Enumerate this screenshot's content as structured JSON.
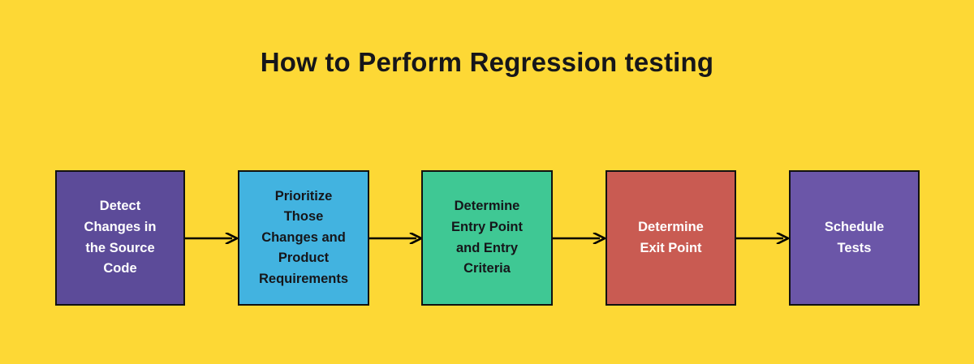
{
  "theme": {
    "background_color": "#FDD835",
    "title_color": "#16161a",
    "border_color": "#111111",
    "arrow_color": "#000000"
  },
  "diagram": {
    "title": "How to Perform Regression testing",
    "type": "horizontal-flowchart",
    "steps": [
      {
        "index": 1,
        "label": "Detect\nChanges in\nthe Source\nCode",
        "fill_color": "#5C4B99",
        "text_color": "#FFFFFF"
      },
      {
        "index": 2,
        "label": "Prioritize\nThose\nChanges and\nProduct\nRequirements",
        "fill_color": "#42B3E0",
        "text_color": "#16161a"
      },
      {
        "index": 3,
        "label": "Determine\nEntry Point\nand Entry\nCriteria",
        "fill_color": "#3FC894",
        "text_color": "#16161a"
      },
      {
        "index": 4,
        "label": "Determine\nExit Point",
        "fill_color": "#C95B52",
        "text_color": "#FFFFFF"
      },
      {
        "index": 5,
        "label": "Schedule\nTests",
        "fill_color": "#6B56A8",
        "text_color": "#FFFFFF"
      }
    ],
    "connectors": [
      {
        "index": 1,
        "from_step": 1,
        "to_step": 2,
        "icon": "arrow-right-icon"
      },
      {
        "index": 2,
        "from_step": 2,
        "to_step": 3,
        "icon": "arrow-right-icon"
      },
      {
        "index": 3,
        "from_step": 3,
        "to_step": 4,
        "icon": "arrow-right-icon"
      },
      {
        "index": 4,
        "from_step": 4,
        "to_step": 5,
        "icon": "arrow-right-icon"
      }
    ]
  }
}
